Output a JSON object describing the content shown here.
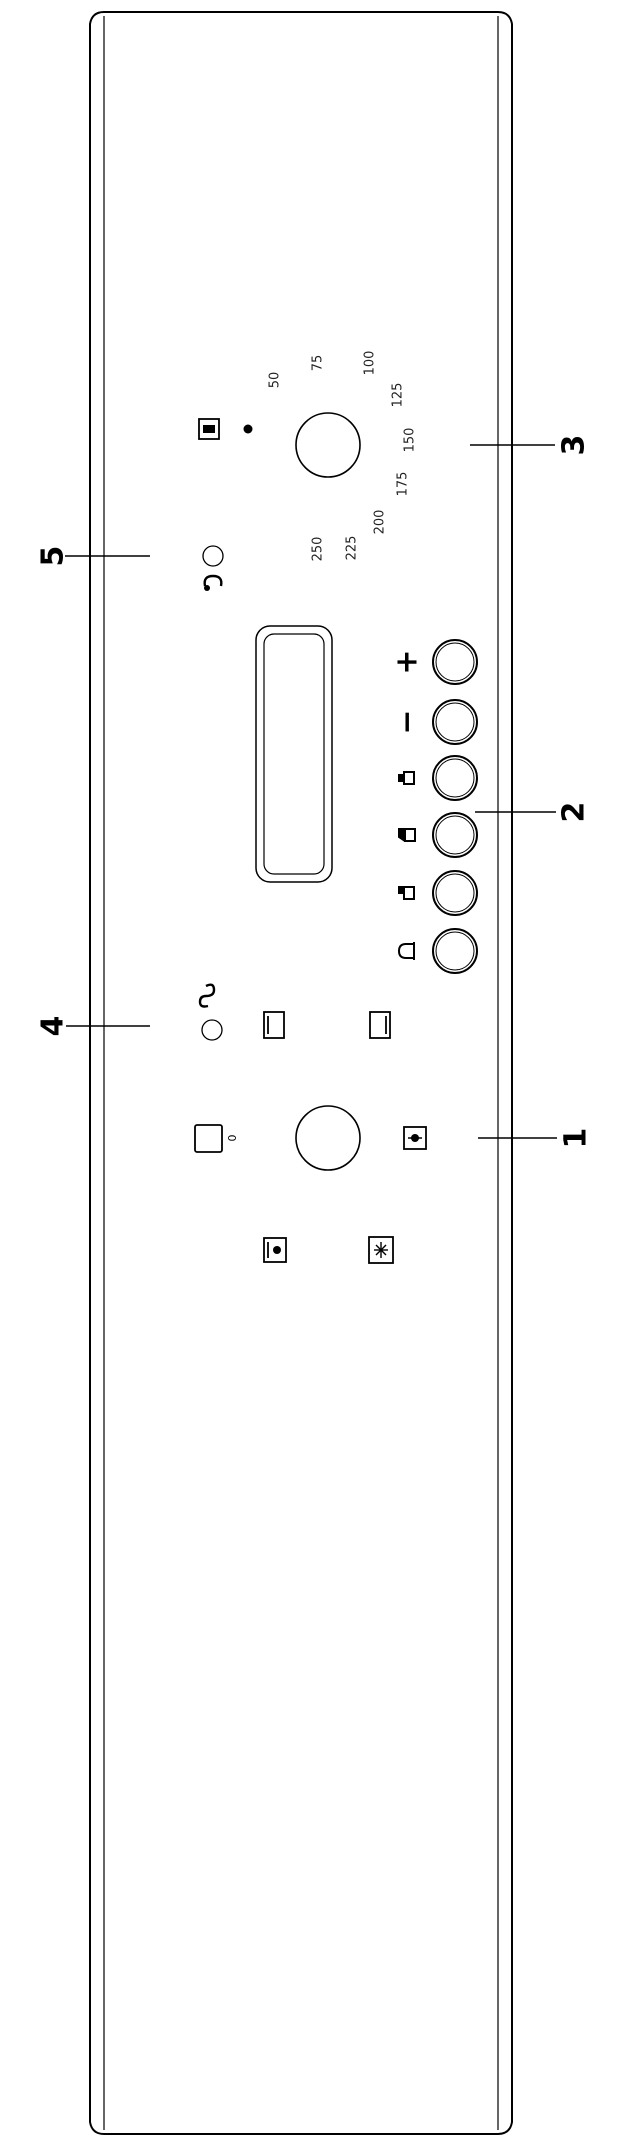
{
  "callouts": {
    "n1": "1",
    "n2": "2",
    "n3": "3",
    "n4": "4",
    "n5": "5"
  },
  "mode_selector": {
    "off_label": "0"
  },
  "temperature_scale": {
    "t50": "50",
    "t75": "75",
    "t100": "100",
    "t125": "125",
    "t150": "150",
    "t175": "175",
    "t200": "200",
    "t225": "225",
    "t250": "250"
  },
  "timer_buttons": {
    "minus": "−",
    "plus": "+"
  },
  "colors": {
    "line": "#000000",
    "fill": "#ffffff"
  }
}
